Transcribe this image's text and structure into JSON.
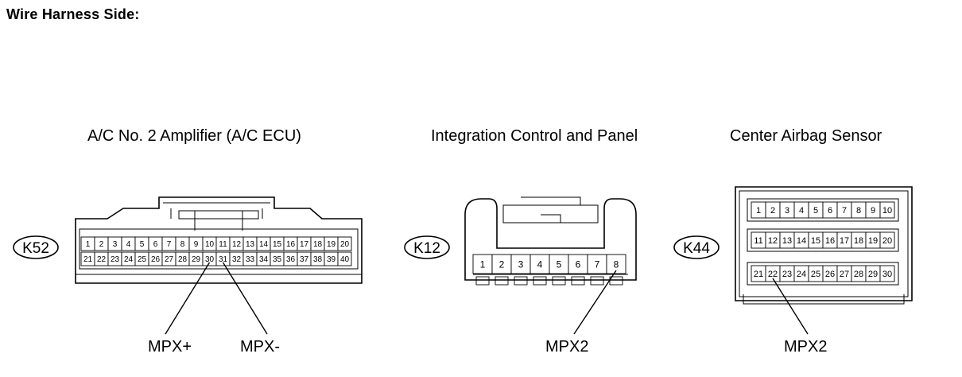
{
  "title": "Wire Harness Side:",
  "connectors": [
    {
      "id": "k52",
      "name": "A/C No. 2 Amplifier (A/C ECU)",
      "code": "K52",
      "pins_row1": [
        "1",
        "2",
        "3",
        "4",
        "5",
        "6",
        "7",
        "8",
        "9",
        "10",
        "11",
        "12",
        "13",
        "14",
        "15",
        "16",
        "17",
        "18",
        "19",
        "20"
      ],
      "pins_row2": [
        "21",
        "22",
        "23",
        "24",
        "25",
        "26",
        "27",
        "28",
        "29",
        "30",
        "31",
        "32",
        "33",
        "34",
        "35",
        "36",
        "37",
        "38",
        "39",
        "40"
      ],
      "signals": [
        {
          "label": "MPX+",
          "pin": "30"
        },
        {
          "label": "MPX-",
          "pin": "31"
        }
      ]
    },
    {
      "id": "k12",
      "name": "Integration Control and Panel",
      "code": "K12",
      "pins_row1": [
        "1",
        "2",
        "3",
        "4",
        "5",
        "6",
        "7",
        "8"
      ],
      "signals": [
        {
          "label": "MPX2",
          "pin": "8"
        }
      ]
    },
    {
      "id": "k44",
      "name": "Center Airbag Sensor",
      "code": "K44",
      "pins_row1": [
        "1",
        "2",
        "3",
        "4",
        "5",
        "6",
        "7",
        "8",
        "9",
        "10"
      ],
      "pins_row2": [
        "11",
        "12",
        "13",
        "14",
        "15",
        "16",
        "17",
        "18",
        "19",
        "20"
      ],
      "pins_row3": [
        "21",
        "22",
        "23",
        "24",
        "25",
        "26",
        "27",
        "28",
        "29",
        "30"
      ],
      "signals": [
        {
          "label": "MPX2",
          "pin": "22"
        }
      ]
    }
  ]
}
